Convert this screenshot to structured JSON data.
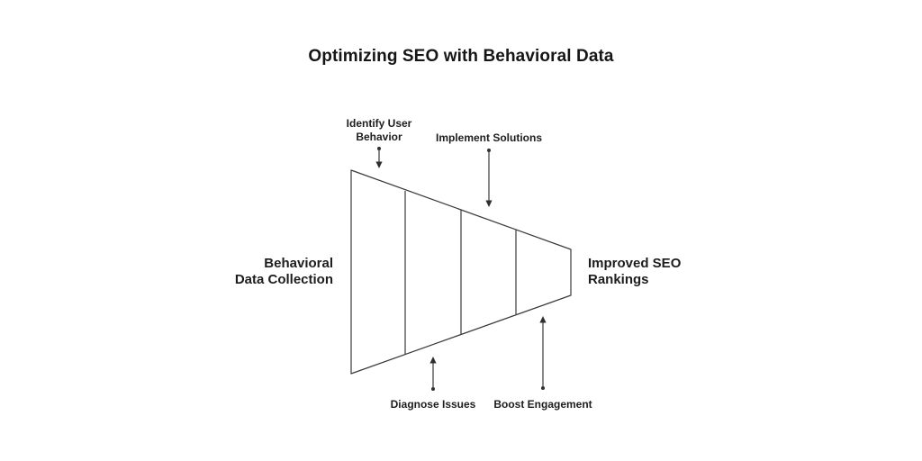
{
  "title": "Optimizing SEO with Behavioral Data",
  "diagram": {
    "type": "horizontal-funnel",
    "segments": 4,
    "input": {
      "line1": "Behavioral",
      "line2": "Data Collection"
    },
    "output": {
      "line1": "Improved SEO",
      "line2": "Rankings"
    },
    "callouts": [
      {
        "line1": "Identify User",
        "line2": "Behavior",
        "side": "top",
        "segment": 1
      },
      {
        "line1": "Diagnose Issues",
        "line2": "",
        "side": "bottom",
        "segment": 2
      },
      {
        "line1": "Implement Solutions",
        "line2": "",
        "side": "top",
        "segment": 3
      },
      {
        "line1": "Boost Engagement",
        "line2": "",
        "side": "bottom",
        "segment": 4
      }
    ]
  },
  "colors": {
    "background": "#ffffff",
    "text": "#1d1d1d",
    "line": "#3a3a3a"
  }
}
